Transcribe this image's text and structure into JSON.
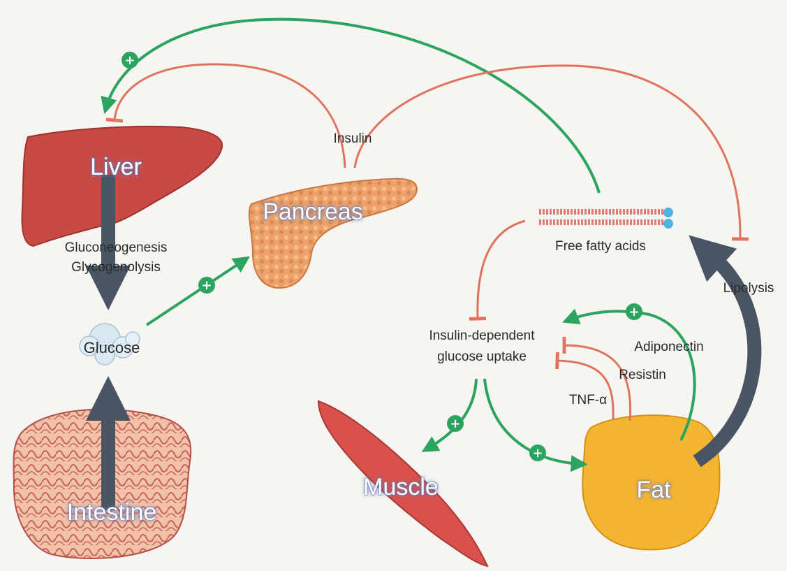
{
  "organs": {
    "liver": "Liver",
    "pancreas": "Pancreas",
    "intestine": "Intestine",
    "muscle": "Muscle",
    "fat": "Fat"
  },
  "labels": {
    "insulin": "Insulin",
    "gluconeogenesis": "Gluconeogenesis",
    "glycogenolysis": "Glycogenolysis",
    "glucose": "Glucose",
    "free_fatty_acids": "Free fatty acids",
    "lipolysis": "Lipolysis",
    "insulin_dependent": "Insulin-dependent",
    "glucose_uptake": "glucose uptake",
    "adiponectin": "Adiponectin",
    "resistin": "Resistin",
    "tnf_alpha": "TNF-α"
  },
  "symbols": {
    "stimulation": "+"
  },
  "colors": {
    "stimulation": "#2aa45f",
    "inhibition": "#e0735e",
    "flow": "#4a5564",
    "liver": "#c84a45",
    "pancreas": "#e69a5e",
    "fat": "#f4b530",
    "muscle": "#d9514c",
    "intestine": "#e8a4a0"
  }
}
